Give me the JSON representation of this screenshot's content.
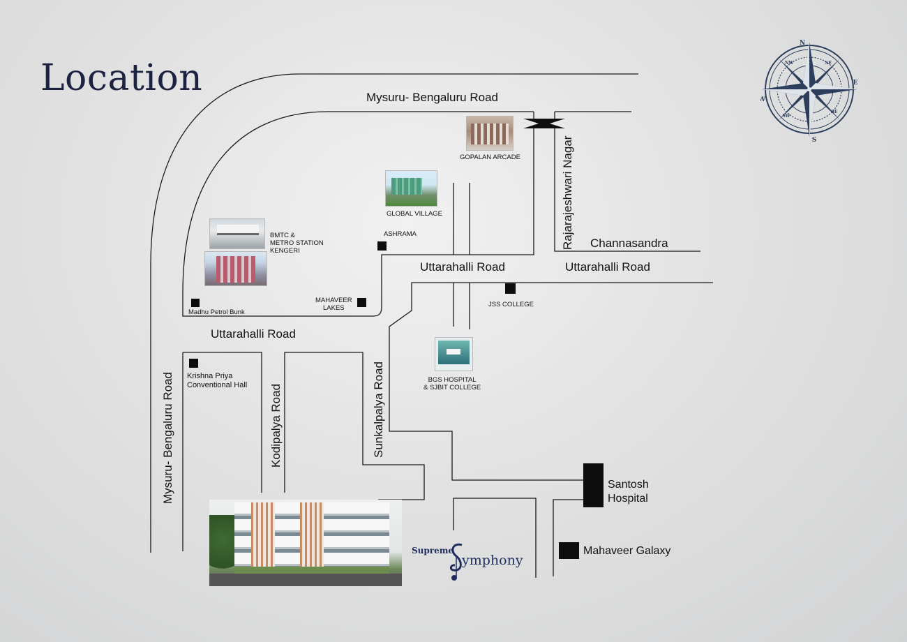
{
  "page": {
    "title": "Location"
  },
  "roads": {
    "mysuru_bengaluru_top": "Mysuru- Bengaluru  Road",
    "mysuru_bengaluru_vertical": "Mysuru- Bengaluru  Road",
    "rajarajeshwari_nagar": "Rajarajeshwari Nagar",
    "channasandra": "Channasandra",
    "uttarahalli_center": "Uttarahalli  Road",
    "uttarahalli_right": "Uttarahalli  Road",
    "uttarahalli_left": "Uttarahalli  Road",
    "kodipalya": "Kodipalya Road",
    "sunkalpalya": "Sunkalpalya Road"
  },
  "landmarks": {
    "gopalan_arcade": "GOPALAN ARCADE",
    "global_village": "GLOBAL VILLAGE",
    "ashrama": "ASHRAMA",
    "bmtc_line1": "BMTC &",
    "bmtc_line2": "METRO STATION",
    "bmtc_line3": "KENGERI",
    "madhu_petrol_bunk": "Madhu Petrol Bunk",
    "mahaveer_lakes_line1": "MAHAVEER",
    "mahaveer_lakes_line2": "LAKES",
    "jss_college": "JSS COLLEGE",
    "bgs_line1": "BGS HOSPITAL",
    "bgs_line2": "& SJBIT COLLEGE",
    "krishna_priya_line1": "Krishna Priya",
    "krishna_priya_line2": "Conventional Hall",
    "santosh_line1": "Santosh",
    "santosh_line2": "Hospital",
    "mahaveer_galaxy": "Mahaveer Galaxy"
  },
  "compass": {
    "n": "N",
    "s": "S",
    "e": "E",
    "w": "W",
    "ne": "NE",
    "nw": "NW",
    "se": "SE",
    "sw": "SW"
  },
  "brand": {
    "prefix": "Supreme",
    "name": "ymphony"
  },
  "colors": {
    "title": "#1c2340",
    "brand": "#1f2d5e",
    "road_line": "#1a1a1a",
    "marker": "#0d0d0d",
    "compass": "#2c3e5c"
  }
}
